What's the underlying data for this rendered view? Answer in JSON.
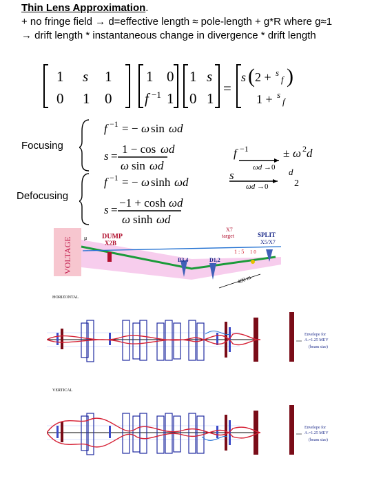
{
  "title": "Thin Lens Approximation",
  "title_suffix": ".",
  "line1": "+ no fringe field → d=effective length ≈ pole-length + g*R where g≈1",
  "line2": "→ drift length * instantaneous change in divergence * drift length",
  "focusing_label": "Focusing",
  "defocusing_label": "Defocusing",
  "beamline": {
    "side_label": "VOLTAGE",
    "mu_label": "μ",
    "dump_label": "DUMP",
    "dump_sub": "X2B",
    "split_label": "SPLIT",
    "split_sub": "X5/X7",
    "target_label": "X7",
    "target_sub": "target",
    "b_label": "B3,4",
    "d_label": "D1,2",
    "ratio_label": "1 : 5",
    "ratio_sub": "1 0",
    "length_label": "400 m"
  },
  "horizontal_label": "HORIZONTAL",
  "vertical_label": "VERTICAL",
  "envelope_note_1": "Envelope for",
  "envelope_note_2": "A.=1.25 MEV",
  "envelope_note_3": "(beam size)"
}
